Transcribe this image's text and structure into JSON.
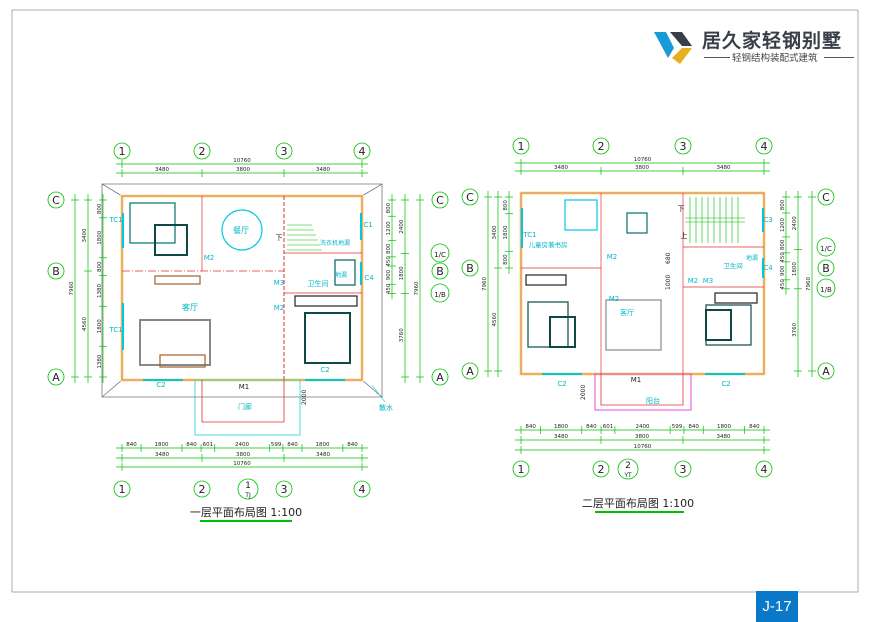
{
  "brand": {
    "name": "居久家轻钢别墅",
    "tagline": "轻钢结构装配式建筑"
  },
  "sheet_number": "J-17",
  "colors": {
    "grid": "#00c000",
    "wall_yellow": "#f5e08a",
    "wall_red": "#e03030",
    "furniture": "#00b8c8",
    "badge": "#0a78c8"
  },
  "plans": [
    {
      "title": "一层平面布局图 1:100",
      "axes_x": [
        "1",
        "2",
        "3",
        "4"
      ],
      "axes_y": [
        "C",
        "B",
        "A"
      ],
      "axes_extra": [
        "1/C",
        "1/B"
      ],
      "index_mark": {
        "top": "1",
        "bottom": "TJ"
      },
      "top_total": "10760",
      "top_spans": [
        "3480",
        "3800",
        "3480"
      ],
      "bottom_detail": [
        "840",
        "1800",
        "840",
        "601",
        "2400",
        "599",
        "840",
        "1800",
        "840"
      ],
      "bottom_spans": [
        "3480",
        "3800",
        "3480"
      ],
      "bottom_total": "10760",
      "left_total": "7960",
      "left_spans": [
        "3400",
        "4560"
      ],
      "left_detail": [
        "800",
        "1800",
        "800",
        "1380",
        "1800",
        "1380"
      ],
      "right_total": "7960",
      "right_spans": [
        "2400",
        "1800",
        "3760"
      ],
      "right_detail": [
        "800",
        "1200",
        "800",
        "450",
        "900",
        "450"
      ],
      "porch_depth": "2000",
      "rooms": {
        "dining": "餐厅",
        "living": "客厅",
        "bath": "卫生间",
        "laundry": "洗衣机地漏",
        "drain": "地漏",
        "stairs_down": "下",
        "porch": "门廊",
        "apron": "散水"
      },
      "openings": {
        "tc1a": "TC1",
        "tc1b": "TC1",
        "m2a": "M2",
        "m3": "M3",
        "m2b": "M2",
        "c1": "C1",
        "c4": "C4",
        "c2a": "C2",
        "c2b": "C2",
        "m1": "M1"
      }
    },
    {
      "title": "二层平面布局图 1:100",
      "axes_x": [
        "1",
        "2",
        "3",
        "4"
      ],
      "axes_y": [
        "C",
        "B",
        "A"
      ],
      "axes_extra": [
        "1/C",
        "1/B"
      ],
      "index_mark": {
        "top": "2",
        "bottom": "YT"
      },
      "top_total": "10760",
      "top_spans": [
        "3480",
        "3800",
        "3480"
      ],
      "bottom_detail": [
        "840",
        "1800",
        "840",
        "601",
        "2400",
        "599",
        "840",
        "1800",
        "840"
      ],
      "bottom_spans": [
        "3480",
        "3800",
        "3480"
      ],
      "bottom_total": "10760",
      "left_total": "7960",
      "left_spans": [
        "3400",
        "4560"
      ],
      "left_detail": [
        "800",
        "1800",
        "800"
      ],
      "right_total": "7960",
      "right_spans": [
        "2400",
        "1800",
        "3760"
      ],
      "right_detail": [
        "800",
        "1200",
        "800",
        "450",
        "900",
        "450"
      ],
      "inner_dims": [
        "680",
        "1000"
      ],
      "balcony_depth": "2000",
      "rooms": {
        "kids_study": "儿童房兼书房",
        "living": "客厅",
        "bath": "卫生间",
        "drain": "地漏",
        "stairs_down": "下",
        "stairs_up": "上",
        "balcony": "阳台"
      },
      "openings": {
        "tc1": "TC1",
        "m2a": "M2",
        "m2b": "M2",
        "m2c": "M2",
        "m3": "M3",
        "c3": "C3",
        "c4": "C4",
        "c2a": "C2",
        "c2b": "C2",
        "m1": "M1"
      }
    }
  ]
}
